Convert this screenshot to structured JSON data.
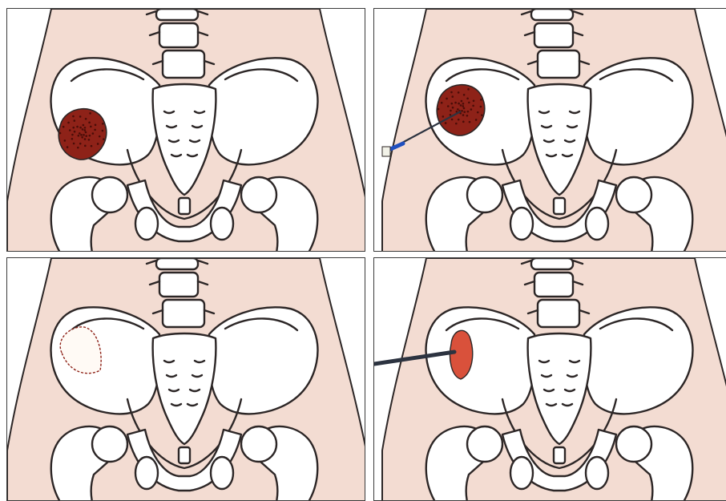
{
  "figure": {
    "layout": "2x2",
    "colors": {
      "skin": "#f3dcd2",
      "bone": "#ffffff",
      "outline": "#2c2626",
      "lesion_dark": "#8e2218",
      "lesion_speckle": "#4a0d08",
      "cavity": "#fffaf5",
      "filled_cavity": "#d9513b",
      "needle": "#2c3340",
      "needle_tip": "#1f4fbf"
    },
    "panels": [
      {
        "id": "panel-1",
        "stage": "lesion-in-ilium",
        "lesion_style": "speckled",
        "needle": false
      },
      {
        "id": "panel-2",
        "stage": "needle-inserted-into-lesion",
        "lesion_style": "speckled",
        "needle": true
      },
      {
        "id": "panel-3",
        "stage": "lesion-removed-empty-cavity",
        "lesion_style": "empty",
        "needle": false
      },
      {
        "id": "panel-4",
        "stage": "cavity-filled-via-needle",
        "lesion_style": "filled",
        "needle": true
      }
    ]
  }
}
